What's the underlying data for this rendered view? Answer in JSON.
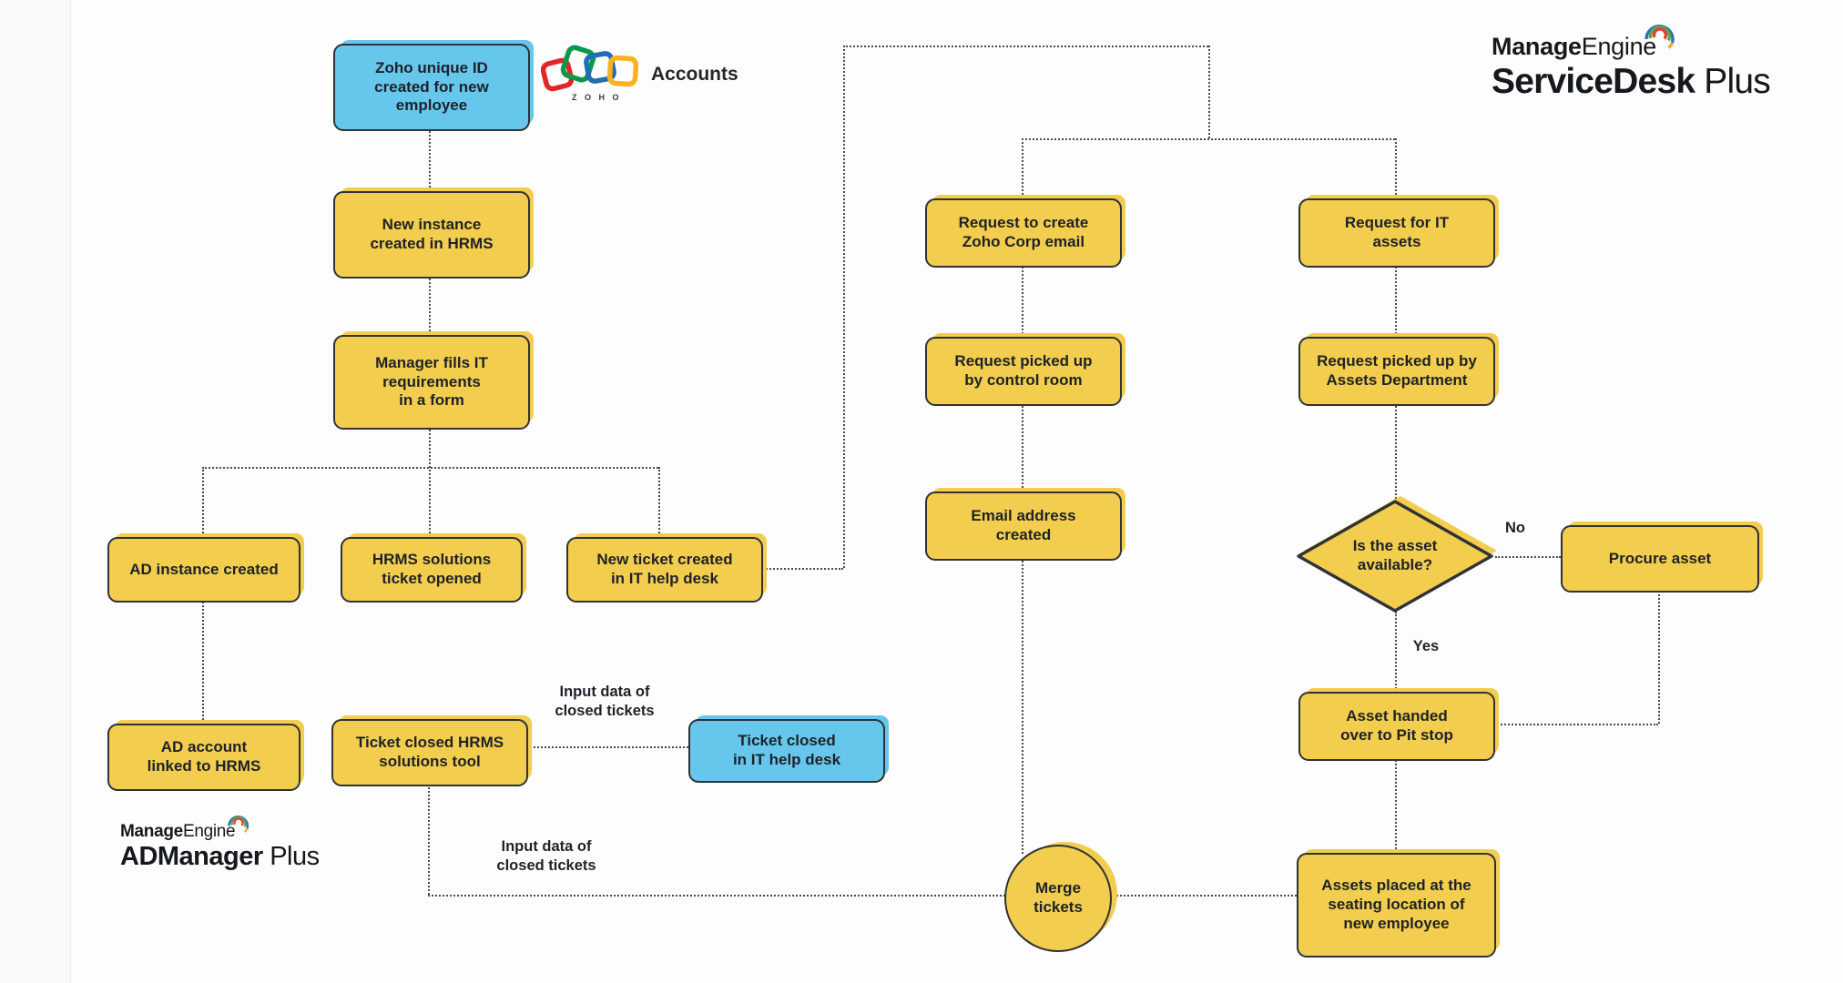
{
  "colors": {
    "node_yellow": "#F2CD4E",
    "node_blue": "#67C6EC",
    "node_border": "#2F3237",
    "dotted_line": "#4A4A4A",
    "text": "#1E2228",
    "zoho_red": "#E42527",
    "zoho_green": "#089949",
    "zoho_blue": "#226DB4",
    "zoho_yellow": "#F9B21D"
  },
  "logos": {
    "manageengine": {
      "part1": "Manage",
      "part2": "Engine"
    },
    "servicedesk": {
      "bold": "ServiceDesk",
      "light": " Plus"
    },
    "admanager": {
      "bold": "ADManager",
      "light": " Plus"
    },
    "zoho": {
      "wordmark": "Z O H O",
      "product": "Accounts"
    }
  },
  "nodes": [
    {
      "id": "zoho-id-created",
      "type": "process-blue",
      "label": "Zoho unique ID\ncreated for new\nemployee"
    },
    {
      "id": "new-instance-hrms",
      "type": "process",
      "label": "New instance\ncreated in HRMS"
    },
    {
      "id": "manager-fills-form",
      "type": "process",
      "label": "Manager fills IT\nrequirements\nin a form"
    },
    {
      "id": "ad-instance-created",
      "type": "process",
      "label": "AD instance created"
    },
    {
      "id": "hrms-ticket-opened",
      "type": "process",
      "label": "HRMS solutions\nticket opened"
    },
    {
      "id": "new-ticket-helpdesk",
      "type": "process",
      "label": "New ticket created\nin IT help desk"
    },
    {
      "id": "ad-account-linked",
      "type": "process",
      "label": "AD account\nlinked to HRMS"
    },
    {
      "id": "ticket-closed-hrms",
      "type": "process",
      "label": "Ticket closed HRMS\nsolutions tool"
    },
    {
      "id": "ticket-closed-itdesk",
      "type": "process-blue",
      "label": "Ticket closed\nin IT help desk"
    },
    {
      "id": "request-corp-email",
      "type": "process",
      "label": "Request to create\nZoho Corp email"
    },
    {
      "id": "request-control-room",
      "type": "process",
      "label": "Request picked up\nby control room"
    },
    {
      "id": "email-created",
      "type": "process",
      "label": "Email address\ncreated"
    },
    {
      "id": "request-it-assets",
      "type": "process",
      "label": "Request for IT\nassets"
    },
    {
      "id": "request-assets-dept",
      "type": "process",
      "label": "Request picked up by\nAssets Department"
    },
    {
      "id": "asset-available",
      "type": "decision",
      "label": "Is the asset\navailable?"
    },
    {
      "id": "procure-asset",
      "type": "process",
      "label": "Procure asset"
    },
    {
      "id": "asset-handed-pitstop",
      "type": "process",
      "label": "Asset handed\nover to Pit stop"
    },
    {
      "id": "assets-placed-seating",
      "type": "process",
      "label": "Assets placed at the\nseating location of\nnew employee"
    },
    {
      "id": "merge-tickets",
      "type": "circle",
      "label": "Merge\ntickets"
    }
  ],
  "edge_labels": {
    "input_data_top": "Input data of\nclosed tickets",
    "input_data_bottom": "Input data of\nclosed tickets",
    "yes": "Yes",
    "no": "No"
  }
}
